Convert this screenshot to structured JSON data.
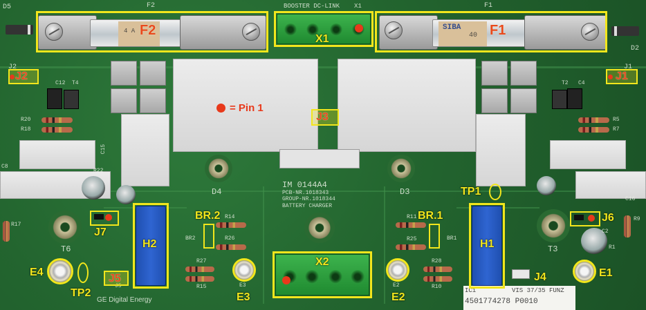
{
  "board_silkscreen": {
    "fuse_f2": "F2",
    "fuse_f1": "F1",
    "booster_dc_link": "BOOSTER DC-LINK",
    "x1": "X1",
    "d5": "D5",
    "d2": "D2",
    "j2_pin": "J2",
    "j1_pin": "J1",
    "j3_pin": "J3",
    "c12": "C12",
    "t4": "T4",
    "t2": "T2",
    "c4": "C4",
    "r20": "R20",
    "r18": "R18",
    "r5": "R5",
    "r7": "R7",
    "c15": "C15",
    "c8": "C8",
    "r22": "R22",
    "d4": "D4",
    "d3": "D3",
    "im_code": "IM 0144A4",
    "pcb_nr": "PCB-NR.1018343",
    "group_nr": "GROUP-NR.1018344",
    "battery_charger": "BATTERY CHARGER",
    "r14": "R14",
    "r26": "R26",
    "r11": "R11",
    "r25": "R25",
    "br2_silk": "BR2",
    "br1_silk": "BR1",
    "r17": "R17",
    "r27": "R27",
    "r15": "R15",
    "r28": "R28",
    "r10": "R10",
    "e3_silk": "E3",
    "e2_silk": "E2",
    "t6": "T6",
    "t3": "T3",
    "c2": "C2",
    "c16": "C16",
    "r9": "R9",
    "r1": "R1",
    "j5_silk": "J5",
    "ic1": "IC1",
    "vis_label": "VIS 37/35 FUNZ",
    "part_number": "4501774278 P0010",
    "ge_logo_text": "GE Digital Energy",
    "fuse_brand": "SIBA",
    "fuse_rating_left": "4 A",
    "fuse_rating_right": "40"
  },
  "annotations": {
    "F2": "F2",
    "F1": "F1",
    "X1": "X1",
    "X2": "X2",
    "J1": "J1",
    "J2": "J2",
    "J3": "J3",
    "J4": "J4",
    "J5": "J5",
    "J6": "J6",
    "J7": "J7",
    "H1": "H1",
    "H2": "H2",
    "BR1": "BR.1",
    "BR2": "BR.2",
    "TP1": "TP1",
    "TP2": "TP2",
    "E1": "E1",
    "E2": "E2",
    "E3": "E3",
    "E4": "E4"
  },
  "legend": {
    "text": "= Pin 1"
  },
  "colors": {
    "highlight": "#f2e61c",
    "pin1_marker": "#e8391b",
    "pcb_green": "#23652f"
  }
}
